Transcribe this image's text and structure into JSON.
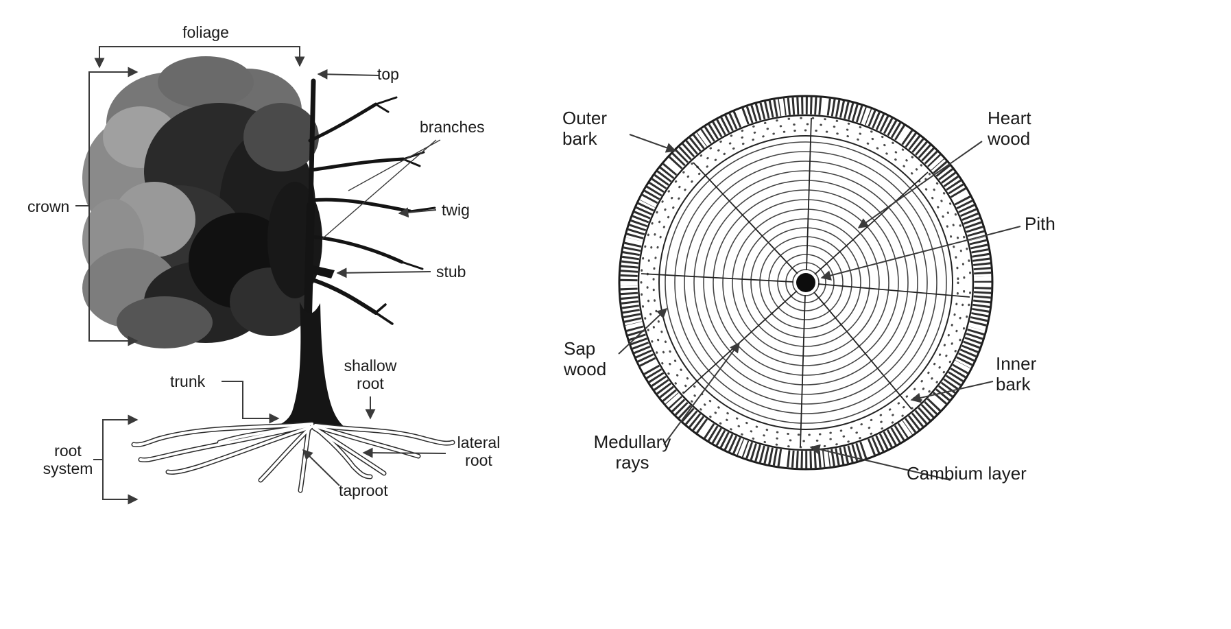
{
  "figure": {
    "description": "Two black-and-white botanical diagrams: parts of a tree (left) and a tree trunk cross-section (right)"
  },
  "tree": {
    "labels": {
      "foliage": "foliage",
      "top": "top",
      "branches": "branches",
      "twig": "twig",
      "stub": "stub",
      "crown": "crown",
      "trunk": "trunk",
      "shallow_root": "shallow root",
      "lateral_root": "lateral root",
      "taproot": "taproot",
      "root_system": "root system"
    }
  },
  "cross_section": {
    "labels": {
      "outer_bark": "Outer bark",
      "heart_wood": "Heart wood",
      "pith": "Pith",
      "sap_wood": "Sap wood",
      "inner_bark": "Inner bark",
      "medullary_rays": "Medullary rays",
      "cambium_layer": "Cambium layer"
    }
  },
  "colors": {
    "background": "#ffffff",
    "text": "#1a1a1a",
    "line": "#3a3a3a",
    "ink": "#151515"
  }
}
